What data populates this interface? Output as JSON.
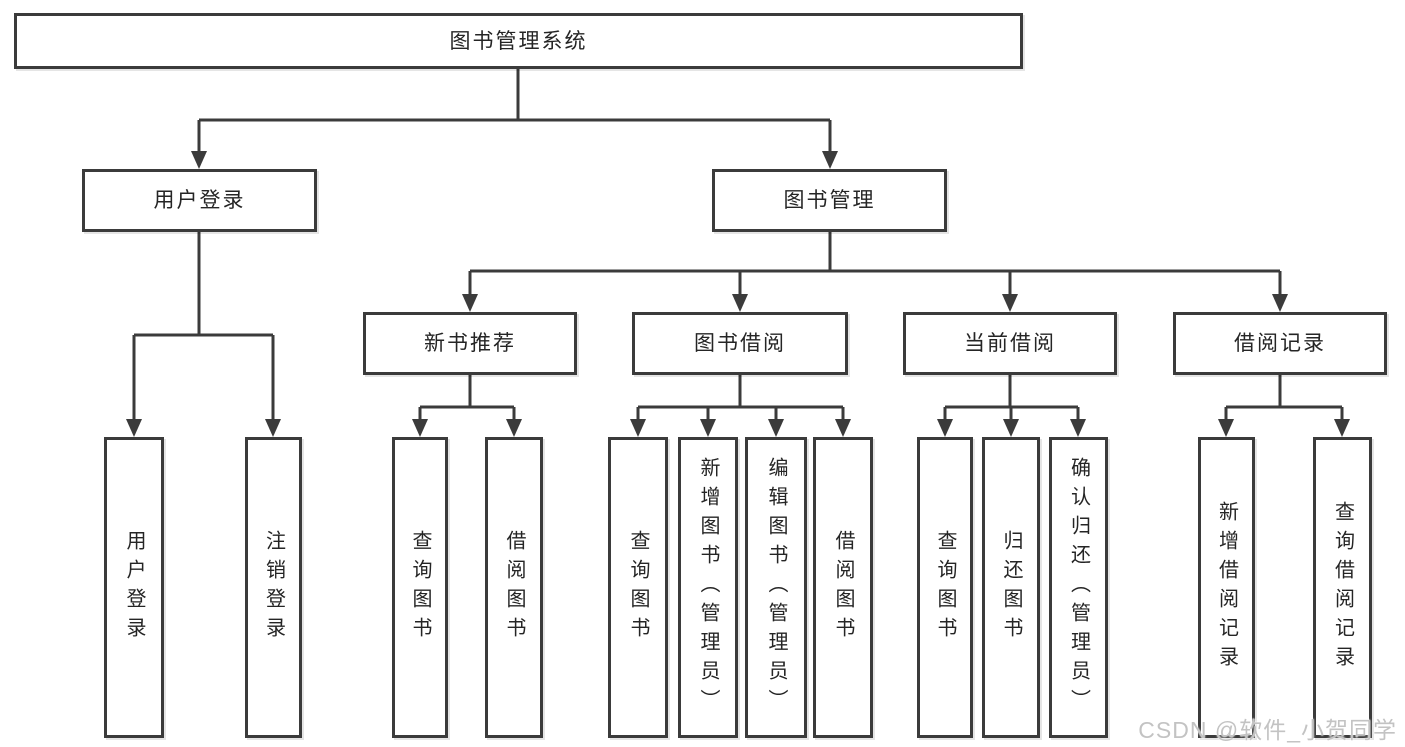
{
  "diagram": {
    "root": "图书管理系统",
    "level2": [
      "用户登录",
      "图书管理"
    ],
    "level3": [
      "新书推荐",
      "图书借阅",
      "当前借阅",
      "借阅记录"
    ],
    "groups": {
      "login": [
        "用户登录",
        "注销登录"
      ],
      "recommend": [
        "查询图书",
        "借阅图书"
      ],
      "borrow": [
        "查询图书",
        "新增图书（管理员）",
        "编辑图书（管理员）",
        "借阅图书"
      ],
      "current": [
        "查询图书",
        "归还图书",
        "确认归还（管理员）"
      ],
      "record": [
        "新增借阅记录",
        "查询借阅记录"
      ]
    }
  },
  "colors": {
    "line": "#3b3b3b",
    "text": "#252525",
    "watermark": "#c3c3c3",
    "background": "#ffffff"
  },
  "watermark": "CSDN @软件_小贺同学"
}
